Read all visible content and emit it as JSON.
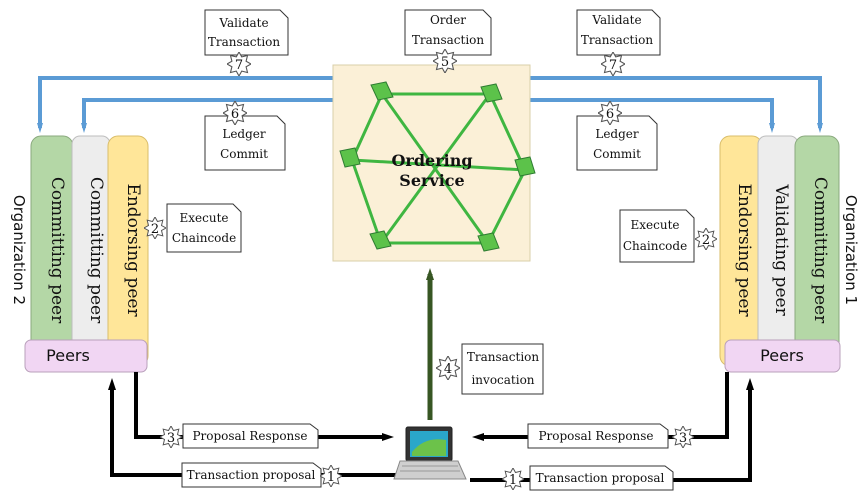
{
  "ordering_service": {
    "line1": "Ordering",
    "line2": "Service"
  },
  "org_left": {
    "label": "Organization 2",
    "peers_label": "Peers",
    "columns": [
      "Committing peer",
      "Committing peer",
      "Endorsing peer"
    ]
  },
  "org_right": {
    "label": "Organization 1",
    "peers_label": "Peers",
    "columns": [
      "Endorsing peer",
      "Validating peer",
      "Committing peer"
    ]
  },
  "notes": {
    "validate_left": {
      "line1": "Validate",
      "line2": "Transaction",
      "step": "7"
    },
    "order": {
      "line1": "Order",
      "line2": "Transaction",
      "step": "5"
    },
    "validate_right": {
      "line1": "Validate",
      "line2": "Transaction",
      "step": "7"
    },
    "commit_left": {
      "line1": "Ledger",
      "line2": "Commit",
      "step": "6"
    },
    "commit_right": {
      "line1": "Ledger",
      "line2": "Commit",
      "step": "6"
    },
    "execute_left": {
      "line1": "Execute",
      "line2": "Chaincode",
      "step": "2"
    },
    "execute_right": {
      "line1": "Execute",
      "line2": "Chaincode",
      "step": "2"
    },
    "invocation": {
      "line1": "Transaction",
      "line2": "invocation",
      "step": "4"
    },
    "response_left": {
      "text": "Proposal Response",
      "step": "3"
    },
    "response_right": {
      "text": "Proposal Response",
      "step": "3"
    },
    "proposal_left": {
      "text": "Transaction proposal",
      "step": "1"
    },
    "proposal_right": {
      "text": "Transaction proposal",
      "step": "1"
    }
  },
  "colors": {
    "blue_arrow": "#5b9bd5",
    "green_arrow": "#375623",
    "ordering_fill": "#fbf0d7",
    "network_green": "#3fb641",
    "committing_fill": "#b4d7a6",
    "validating_fill": "#ededed",
    "endorsing_fill": "#ffe699",
    "peers_fill": "#f1d6f3"
  },
  "icons": {
    "client": "laptop-icon",
    "step_badge": "star-badge-icon"
  }
}
